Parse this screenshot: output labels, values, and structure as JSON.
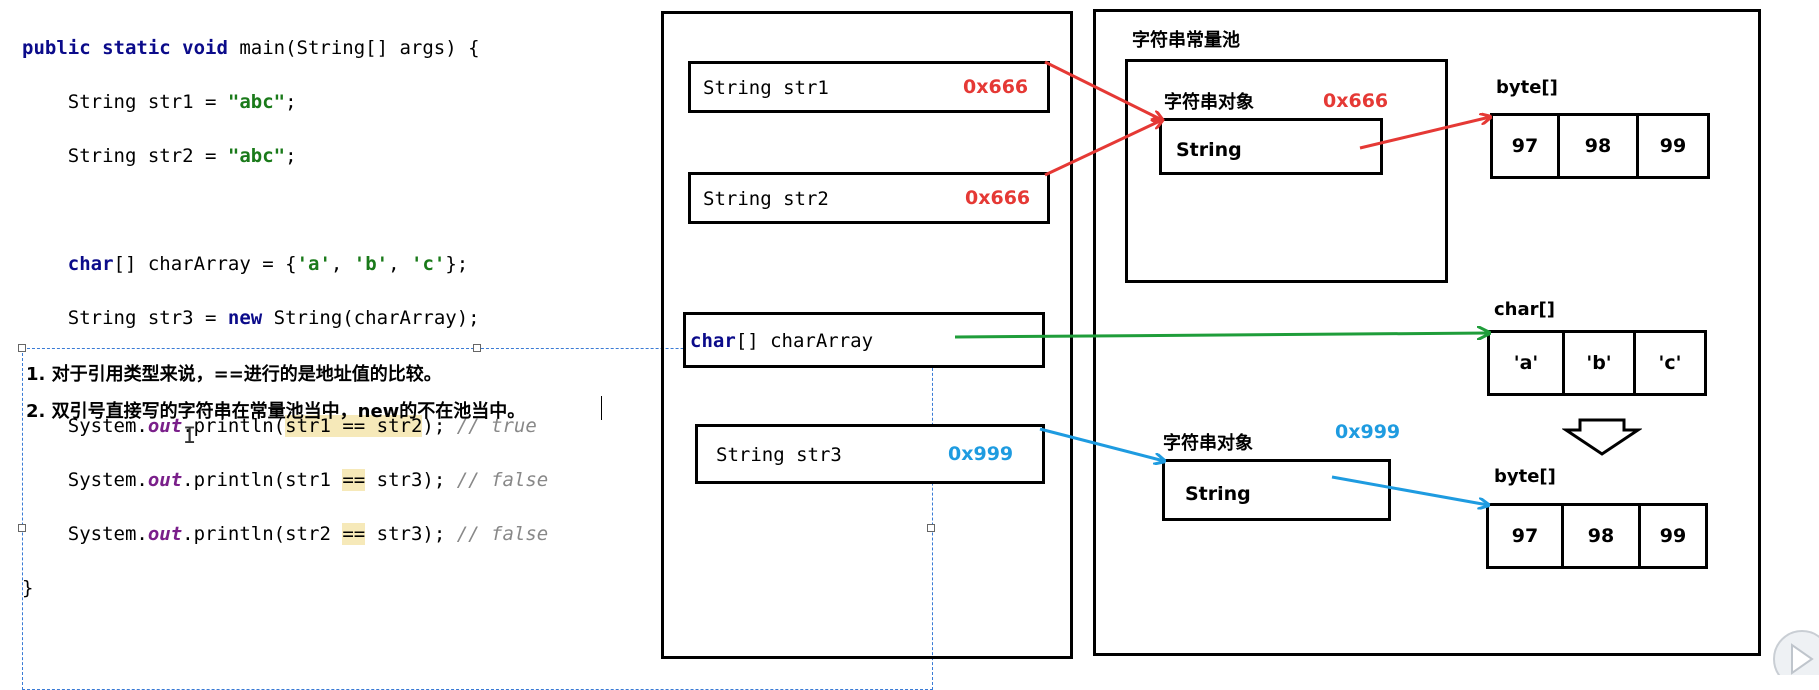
{
  "code": {
    "line1": {
      "kw": "public static void",
      "rest": " main(String[] args) {"
    },
    "line2": {
      "pre": "    String str1 = ",
      "str": "\"abc\"",
      "post": ";"
    },
    "line3": {
      "pre": "    String str2 = ",
      "str": "\"abc\"",
      "post": ";"
    },
    "line4": {
      "kw": "char",
      "pre": "    ",
      "mid": "[] charArray = {",
      "s1": "'a'",
      "c1": ", ",
      "s2": "'b'",
      "c2": ", ",
      "s3": "'c'",
      "post": "};"
    },
    "line5": {
      "pre": "    String str3 = ",
      "kw": "new",
      "post": " String(charArray);"
    },
    "line6": {
      "pre": "    System.",
      "fld": "out",
      "mid": ".println(",
      "hl": "str1 == str2",
      "post": "); ",
      "cmt": "// true"
    },
    "line7": {
      "pre": "    System.",
      "fld": "out",
      "mid": ".println(str1 ",
      "hl": "==",
      "post": " str3); ",
      "cmt": "// false"
    },
    "line8": {
      "pre": "    System.",
      "fld": "out",
      "mid": ".println(str2 ",
      "hl": "==",
      "post": " str3); ",
      "cmt": "// false"
    },
    "line9": "}"
  },
  "notes": {
    "note1": "1. 对于引用类型来说，==进行的是地址值的比较。",
    "note2": "2. 双引号直接写的字符串在常量池当中，new的不在池当中。"
  },
  "stack": {
    "str1": {
      "label": "String str1",
      "addr": "0x666"
    },
    "str2": {
      "label": "String str2",
      "addr": "0x666"
    },
    "charArray": {
      "kw": "char",
      "label": "[] charArray"
    },
    "str3": {
      "label": "String str3",
      "addr": "0x999"
    }
  },
  "heap": {
    "pool_title": "字符串常量池",
    "pool_obj": {
      "title": "字符串对象",
      "addr": "0x666",
      "inner": "String"
    },
    "byte1": {
      "title": "byte[]",
      "cells": [
        "97",
        "98",
        "99"
      ]
    },
    "chars": {
      "title": "char[]",
      "cells": [
        "'a'",
        "'b'",
        "'c'"
      ]
    },
    "obj2": {
      "title": "字符串对象",
      "addr": "0x999",
      "inner": "String"
    },
    "byte2": {
      "title": "byte[]",
      "cells": [
        "97",
        "98",
        "99"
      ]
    }
  },
  "colors": {
    "red": "#e53935",
    "green": "#1f9d3a",
    "blue": "#1e9be0"
  }
}
